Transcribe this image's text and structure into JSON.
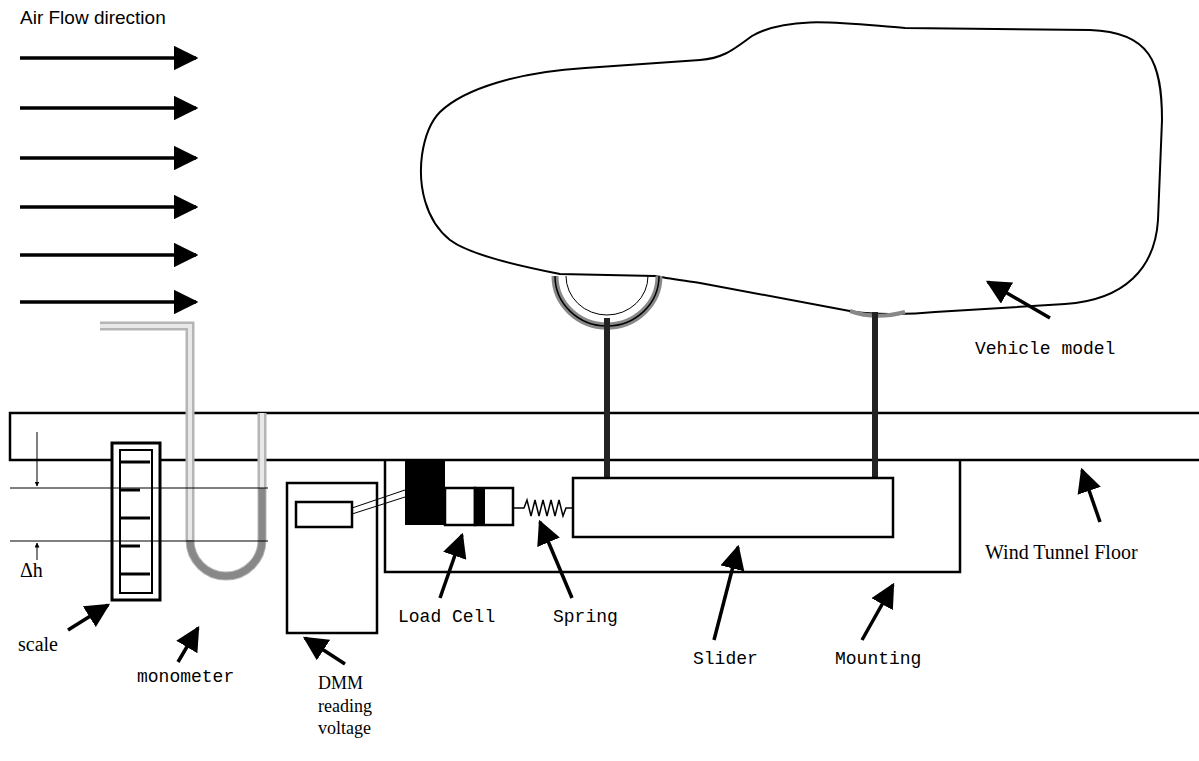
{
  "diagram": {
    "labels": [
      "Air Flow direction",
      "Vehicle model",
      "Wind Tunnel Floor",
      "Mounting",
      "Slider",
      "Spring",
      "Load Cell",
      "DMM reading voltage",
      "monometer",
      "scale",
      "Δh"
    ]
  }
}
